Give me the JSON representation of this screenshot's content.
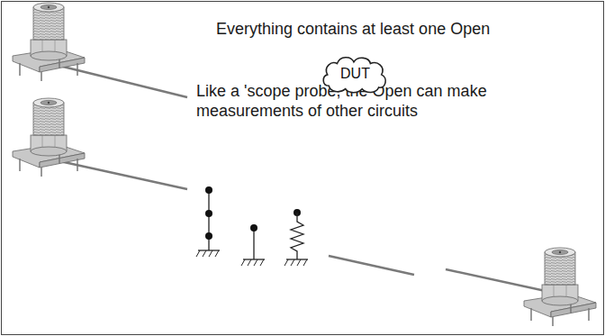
{
  "diagram": {
    "nodes": [
      {
        "text": [
          "DUT"
        ]
      }
    ],
    "labels": [
      "Everything contains at least one Open",
      "Like a 'scope probe, the Open can make measurements of other circuits"
    ]
  }
}
